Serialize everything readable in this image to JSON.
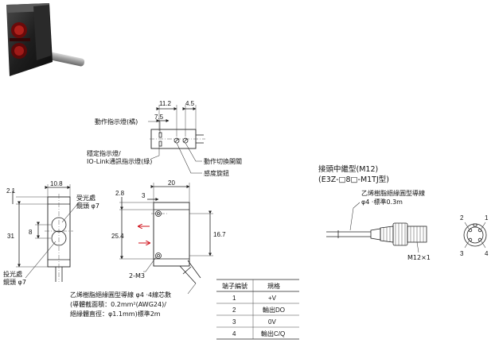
{
  "top_view": {
    "dims": {
      "d1": "11.2",
      "d2": "7.5",
      "d3": "4.5"
    },
    "labels": {
      "operation_indicator": "動作指示燈(橘)",
      "stability_indicator_line1": "穩定指示燈/",
      "stability_indicator_line2": "IO-Link通訊指示燈(綠)",
      "mode_switch": "動作切換開關",
      "sensitivity_knob": "感度旋鈕"
    }
  },
  "side_view": {
    "dims": {
      "w": "10.8",
      "top_off": "2.1",
      "h": "31",
      "mid": "8"
    },
    "labels": {
      "receiver_line1": "受光處",
      "receiver_line2": "鏡頭 φ7",
      "emitter_line1": "投光處",
      "emitter_line2": "鏡頭 φ7"
    }
  },
  "front_view": {
    "dims": {
      "w": "20",
      "hole_off": "2.8",
      "small": "3",
      "h": "25.4",
      "right": "16.7"
    },
    "labels": {
      "holes": "2-M3"
    }
  },
  "cable_note": {
    "line1": "乙烯樹脂絕緣圓型導線  φ4 ·4線芯數",
    "line2": "(導體截面積：0.2mm²(AWG24)/",
    "line3": "絕緣體直徑：φ1.1mm)標準2m"
  },
  "connector": {
    "title_line1": "接頭中繼型(M12)",
    "title_line2": "(E3Z-□8□-M1TJ型)",
    "cable_line1": "乙烯樹脂絕緣圓型導線",
    "cable_line2": "φ4 ·標準0.3m",
    "thread": "M12×1",
    "pins": [
      "1",
      "2",
      "3",
      "4"
    ]
  },
  "pin_table": {
    "headers": [
      "端子編號",
      "規格"
    ],
    "rows": [
      [
        "1",
        "+V"
      ],
      [
        "2",
        "輸出DO"
      ],
      [
        "3",
        "0V"
      ],
      [
        "4",
        "輸出C/Q"
      ]
    ]
  },
  "colors": {
    "accent_arrow": "#d0101a",
    "line": "#222222"
  }
}
